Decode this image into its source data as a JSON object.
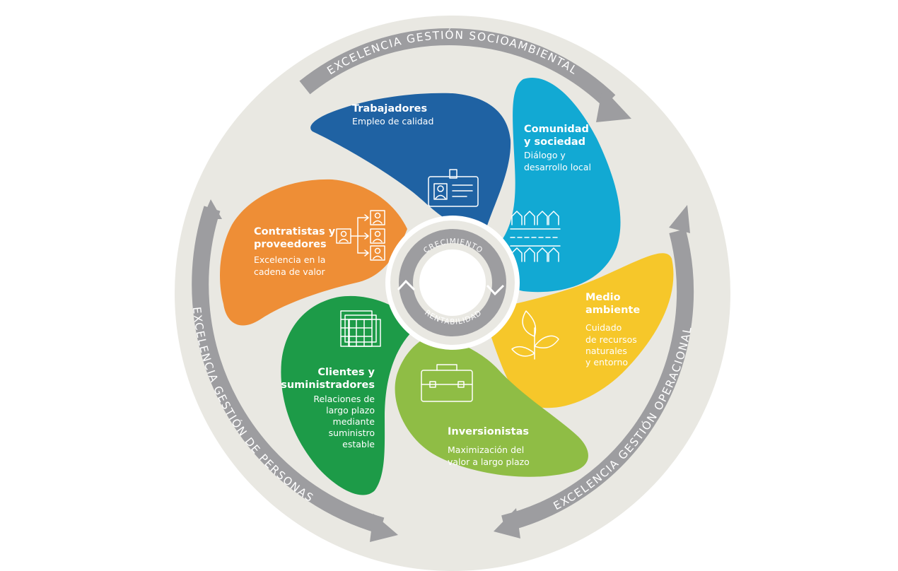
{
  "colors": {
    "background_disc": "#e9e8e2",
    "arrow": "#9d9da0",
    "trabajadores": "#1f62a3",
    "comunidad": "#12a9d3",
    "medio_ambiente": "#f6c72a",
    "inversionistas": "#8fbd45",
    "clientes": "#1d9b48",
    "contratistas": "#ee8e36"
  },
  "outer_ring": {
    "top": "EXCELENCIA GESTIÓN SOCIOAMBIENTAL",
    "right": "EXCELENCIA GESTIÓN OPERACIONAL",
    "left": "EXCELENCIA GESTIÓN DE PERSONAS"
  },
  "inner_ring": {
    "top": "CRECIMIENTO",
    "bottom": "RENTABILIDAD"
  },
  "petals": {
    "trabajadores": {
      "title": "Trabajadores",
      "desc": "Empleo de calidad",
      "icon": "id-badge-icon"
    },
    "comunidad": {
      "title_1": "Comunidad",
      "title_2": "y sociedad",
      "desc_1": "Diálogo y",
      "desc_2": "desarrollo local",
      "icon": "houses-icon"
    },
    "medio_ambiente": {
      "title_1": "Medio",
      "title_2": "ambiente",
      "desc_1": "Cuidado",
      "desc_2": "de recursos",
      "desc_3": "naturales",
      "desc_4": "y entorno",
      "icon": "plant-icon"
    },
    "inversionistas": {
      "title": "Inversionistas",
      "desc_1": "Maximización del",
      "desc_2": "valor a largo plazo",
      "icon": "briefcase-icon"
    },
    "clientes": {
      "title_1": "Clientes y",
      "title_2": "suministradores",
      "desc_1": "Relaciones de",
      "desc_2": "largo plazo",
      "desc_3": "mediante",
      "desc_4": "suministro",
      "desc_5": "estable",
      "icon": "calendar-icon"
    },
    "contratistas": {
      "title_1": "Contratistas y",
      "title_2": "proveedores",
      "desc_1": "Excelencia en la",
      "desc_2": "cadena de valor",
      "icon": "org-chart-icon"
    }
  }
}
